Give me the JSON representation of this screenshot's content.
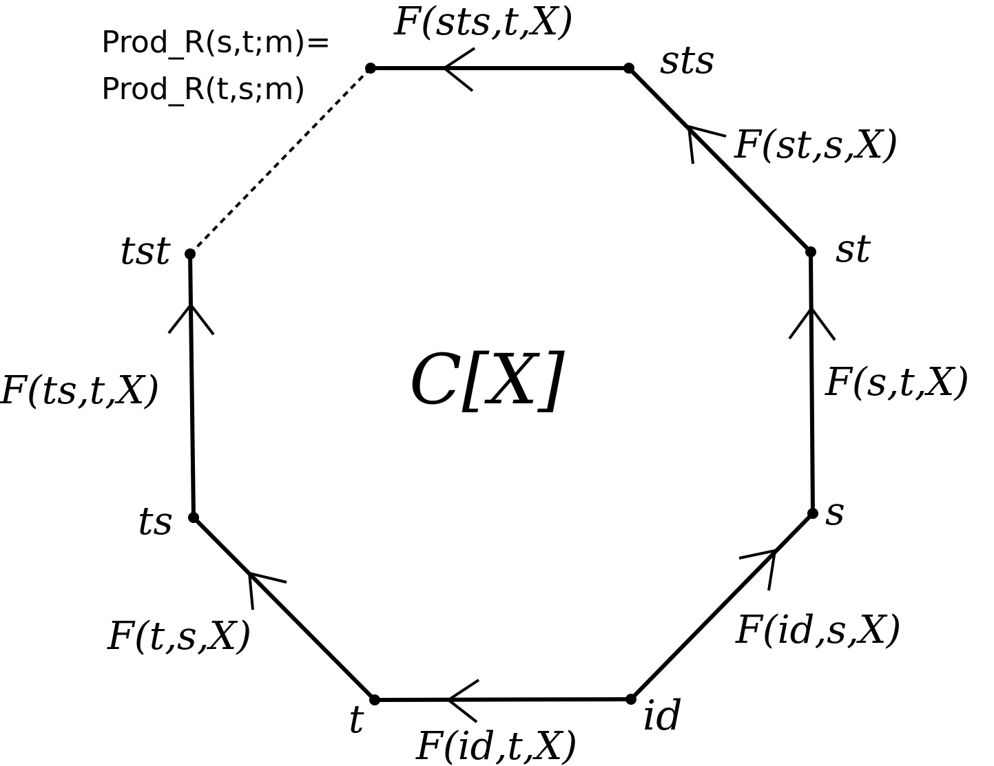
{
  "center_label": "C[X]",
  "relation_label": {
    "line1": "Prod_R(s,t;m)=",
    "line2": "Prod_R(t,s;m)"
  },
  "vertices": {
    "id": "id",
    "s": "s",
    "st": "st",
    "sts": "sts",
    "t": "t",
    "ts": "ts",
    "tst": "tst"
  },
  "edges": {
    "id_s": "F(id,s,X)",
    "s_st": "F(s,t,X)",
    "st_sts": "F(st,s,X)",
    "sts_top": "F(sts,t,X)",
    "id_t": "F(id,t,X)",
    "t_ts": "F(t,s,X)",
    "ts_tst": "F(ts,t,X)"
  },
  "colors": {
    "ink": "#000000",
    "background": "#ffffff"
  }
}
